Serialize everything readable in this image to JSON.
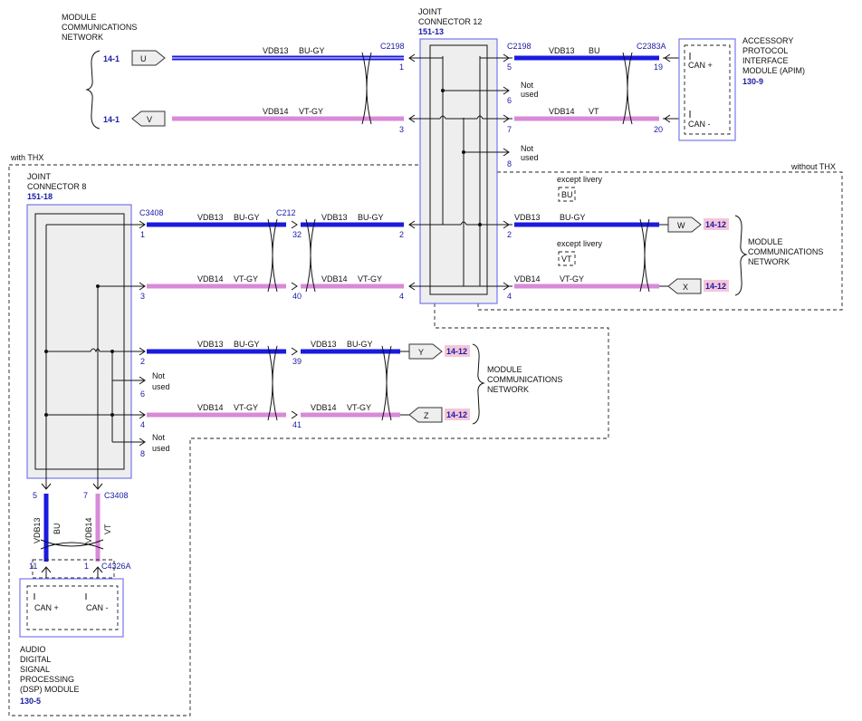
{
  "modules": {
    "apim": {
      "lines": [
        "ACCESSORY",
        "PROTOCOL",
        "INTERFACE",
        "MODULE (APIM)"
      ],
      "ref": "130-9",
      "pins": [
        "CAN +",
        "CAN -"
      ]
    },
    "dsp": {
      "lines": [
        "AUDIO",
        "DIGITAL",
        "SIGNAL",
        "PROCESSING",
        "(DSP) MODULE"
      ],
      "ref": "130-5",
      "pins": [
        "CAN +",
        "CAN -"
      ]
    },
    "network_top": {
      "lines": [
        "MODULE",
        "COMMUNICATIONS",
        "NETWORK"
      ]
    },
    "network_right": {
      "lines": [
        "MODULE",
        "COMMUNICATIONS",
        "NETWORK"
      ]
    },
    "network_mid": {
      "lines": [
        "MODULE",
        "COMMUNICATIONS",
        "NETWORK"
      ]
    }
  },
  "joints": {
    "jc12": {
      "lines": [
        "JOINT",
        "CONNECTOR 12"
      ],
      "ref": "151-13"
    },
    "jc8": {
      "lines": [
        "JOINT",
        "CONNECTOR 8"
      ],
      "ref": "151-18"
    }
  },
  "regions": {
    "with_thx": "with THX",
    "without_thx": "without THX"
  },
  "connectors": {
    "c2198_left": "C2198",
    "c2198_right": "C2198",
    "c2383a": "C2383A",
    "c3408_top": "C3408",
    "c212": "C212",
    "c3408_bottom": "C3408",
    "c4326a": "C4326A"
  },
  "pins": {
    "p1_top": "1",
    "p3_top": "3",
    "p5": "5",
    "p7": "7",
    "p19": "19",
    "p20": "20",
    "p6_jc12": "6",
    "p8_jc12": "8",
    "p2_jc12_l": "2",
    "p4_jc12_l": "4",
    "p2_jc12_r": "2",
    "p4_jc12_r": "4",
    "p1_jc8": "1",
    "p3_jc8": "3",
    "p2_jc8": "2",
    "p6_jc8": "6",
    "p4_jc8": "4",
    "p8_jc8": "8",
    "p32": "32",
    "p40": "40",
    "p39": "39",
    "p41": "41",
    "p5_dsp": "5",
    "p7_dsp": "7",
    "p11": "11",
    "p1_dsp": "1"
  },
  "wires": {
    "vdb13": "VDB13",
    "vdb14": "VDB14",
    "bu": "BU",
    "vt": "VT",
    "bu_gy": "BU-GY",
    "vt_gy": "VT-GY"
  },
  "not_used": [
    "Not",
    "used"
  ],
  "labels": {
    "except_livery": "except livery",
    "bu_box": "BU",
    "vt_box": "VT"
  },
  "refs": {
    "r14_1_a": "14-1",
    "r14_1_b": "14-1",
    "r14_12_w": "14-12",
    "r14_12_x": "14-12",
    "r14_12_y": "14-12",
    "r14_12_z": "14-12"
  },
  "arrows": {
    "u": "U",
    "v": "V",
    "w": "W",
    "x": "X",
    "y": "Y",
    "z": "Z"
  },
  "colors": {
    "bu": "#1a1ae0",
    "vt": "#d88ad8",
    "ref_blue": "#1a1aa6",
    "pill": "#f5c6d8",
    "box_outline": "#7777ee"
  }
}
